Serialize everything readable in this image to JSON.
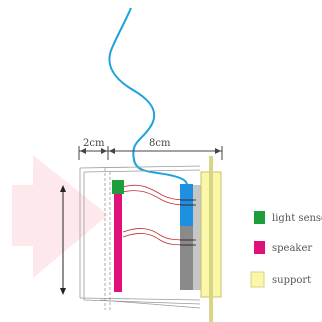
{
  "dimensions": {
    "left_width": "2cm",
    "right_width": "8cm"
  },
  "legend": [
    {
      "label": "light senso",
      "color": "#1e9e3a"
    },
    {
      "label": "speaker",
      "color": "#e0107a"
    },
    {
      "label": "support",
      "color": "#fbf7a8"
    }
  ],
  "colors": {
    "arrow": "#fde8ec",
    "cable": "#1aa3dc",
    "box_outline": "#9a9a9a",
    "sensor_blue": "#1e90e0",
    "grey_block": "#8a8a8a",
    "pole": "#d8d488",
    "wire": "#c0323a"
  }
}
